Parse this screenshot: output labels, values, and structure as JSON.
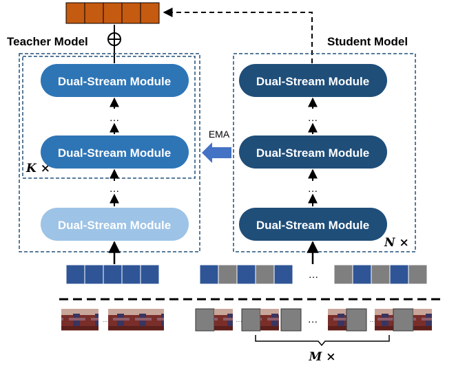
{
  "teacher": {
    "title": "Teacher Model",
    "modules": [
      "Dual-Stream Module",
      "Dual-Stream Module",
      "Dual-Stream Module"
    ],
    "repeat_label": "K ×"
  },
  "student": {
    "title": "Student Model",
    "modules": [
      "Dual-Stream Module",
      "Dual-Stream Module",
      "Dual-Stream Module"
    ],
    "repeat_label": "N ×"
  },
  "ema_label": "EMA",
  "ellipsis": "…",
  "bottom_repeat_label": "M ×",
  "colors": {
    "teacher_module": "#2e75b6",
    "teacher_module_light": "#9dc3e6",
    "student_module": "#1f4e79",
    "token_blue": "#2f5597",
    "token_gray": "#7f7f7f",
    "output_token": "#c55a11",
    "dashed_box": "#1f4e79",
    "ema_arrow": "#4472c4"
  }
}
